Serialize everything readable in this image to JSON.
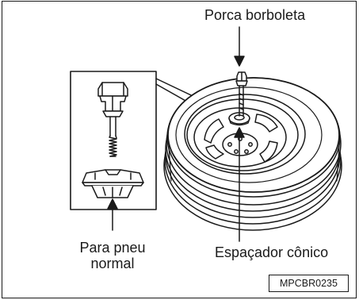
{
  "labels": {
    "wing_nut": "Porca borboleta",
    "normal_tire": "Para pneu\nnormal",
    "conical_spacer": "Espaçador cônico"
  },
  "figure_code": "MPCBR0235"
}
